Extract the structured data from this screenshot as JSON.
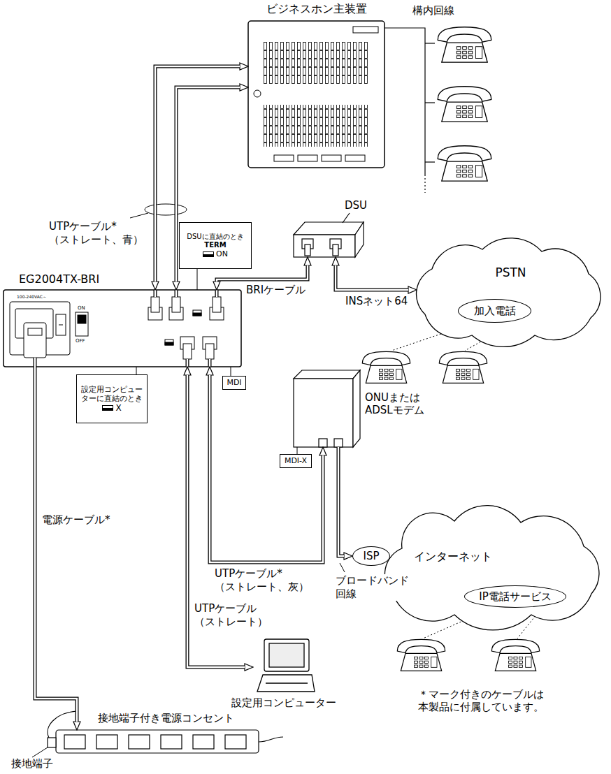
{
  "diagram": {
    "nodes": [
      {
        "text": [
          "ビジネスホン主装置"
        ]
      },
      {
        "text": [
          "EG2004TX-BRI"
        ]
      },
      {
        "text": [
          "DSUに直結のとき",
          "TERM",
          "ON"
        ]
      },
      {
        "text": [
          "設定用コンピュー ターに直結のとき",
          "X"
        ]
      },
      {
        "text": [
          "MDI"
        ]
      },
      {
        "text": [
          "DSU"
        ]
      },
      {
        "text": [
          "PSTN"
        ]
      },
      {
        "text": [
          "加入電話"
        ],
        "in": 6
      },
      {
        "text": [
          "ONUまたは ADSLモデム"
        ]
      },
      {
        "text": [
          "MDI-X"
        ]
      },
      {
        "text": [
          "インターネット"
        ]
      },
      {
        "text": [
          "ISP"
        ],
        "in": 10
      },
      {
        "text": [
          "IP電話サービス"
        ],
        "in": 10
      },
      {
        "text": [
          "設定用コンピューター"
        ]
      },
      {
        "text": [
          "接地端子付き電源コンセント"
        ]
      }
    ],
    "edges": [
      {
        "from": 1,
        "to": 0,
        "arrow": "both",
        "label": "UTPケーブル* （ストレート、青）"
      },
      {
        "from": 1,
        "to": 0,
        "arrow": "both"
      },
      {
        "from": 1,
        "to": 5,
        "arrow": "both",
        "label": "BRIケーブル"
      },
      {
        "from": 5,
        "to": 6,
        "arrow": "both",
        "label": "INSネット64"
      },
      {
        "from": 1,
        "to": 8,
        "arrow": "both",
        "label": "UTPケーブル* （ストレート、灰）"
      },
      {
        "from": 8,
        "to": 11,
        "arrow": "to",
        "label": "ブロードバンド 回線"
      },
      {
        "from": 1,
        "to": 13,
        "arrow": "both",
        "label": "UTPケーブル （ストレート）"
      },
      {
        "from": 1,
        "to": 14,
        "arrow": "to",
        "label": "電源ケーブル*"
      },
      {
        "from": 2,
        "to": 1,
        "arrow": "none"
      },
      {
        "from": 3,
        "to": 1,
        "arrow": "none"
      },
      {
        "from": 4,
        "to": 1,
        "arrow": "none"
      },
      {
        "from": 9,
        "to": 8,
        "arrow": "none"
      }
    ],
    "labels": [
      "構内回線",
      "100-240VAC～",
      "ON",
      "OFF",
      "＊マーク付きのケーブルは 本製品に付属しています。",
      "接地端子"
    ]
  }
}
